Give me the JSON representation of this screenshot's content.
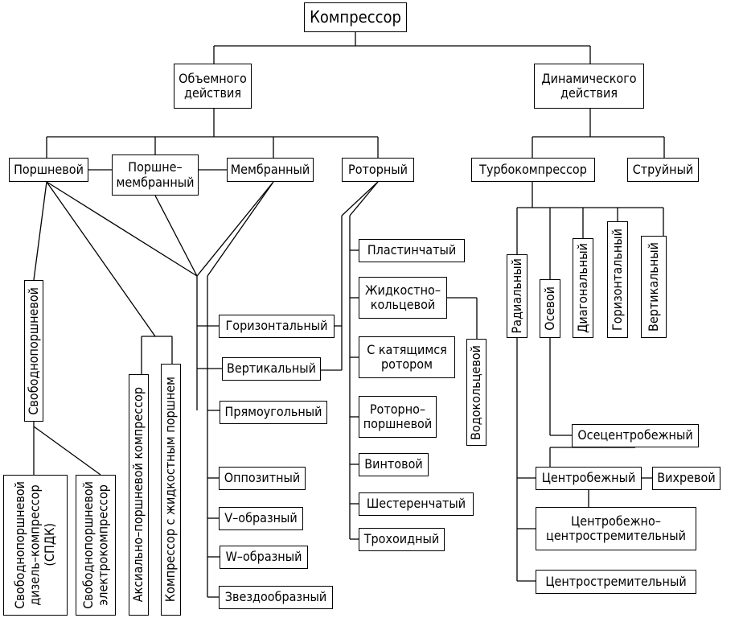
{
  "nodes": {
    "root": "Компрессор",
    "positive": "Объемного\nдействия",
    "dynamic": "Динамического\nдействия",
    "piston": "Поршневой",
    "piston_membrane": "Поршне–\nмембранный",
    "membrane": "Мембранный",
    "rotary": "Роторный",
    "turbo": "Турбокомпрессор",
    "jet": "Струйный",
    "free_piston": "Свободнопоршневой",
    "free_piston_diesel": "Свободнопоршневой\nдизель–компрессор\n(СПДК)",
    "free_piston_electro": "Свободнопоршневой\nэлектрокомпрессор",
    "axial_piston": "Аксиально–поршневой компрессор",
    "liquid_piston": "Компрессор с жидкостным поршнем",
    "horizontal": "Горизонтальный",
    "vertical": "Вертикальный",
    "rectangular": "Прямоугольный",
    "opposed": "Оппозитный",
    "v_shaped": "V–образный",
    "w_shaped": "W–образный",
    "star_shaped": "Звездообразный",
    "vane": "Пластинчатый",
    "liquid_ring": "Жидкостно–\nкольцевой",
    "rolling_rotor": "С катящимся\nротором",
    "rotary_piston": "Роторно–\nпоршневой",
    "screw": "Винтовой",
    "gear": "Шестеренчатый",
    "trochoid": "Трохоидный",
    "water_ring": "Водокольцевой",
    "radial": "Радиальный",
    "axial": "Осевой",
    "diagonal": "Диагональный",
    "horizontal_turbo": "Горизонтальный",
    "vertical_turbo": "Вертикальный",
    "axial_centrifugal": "Осецентробежный",
    "centrifugal": "Центробежный",
    "vortex": "Вихревой",
    "centrifugal_centripetal": "Центробежно–\nцентростремительный",
    "centripetal": "Центростремительный"
  }
}
